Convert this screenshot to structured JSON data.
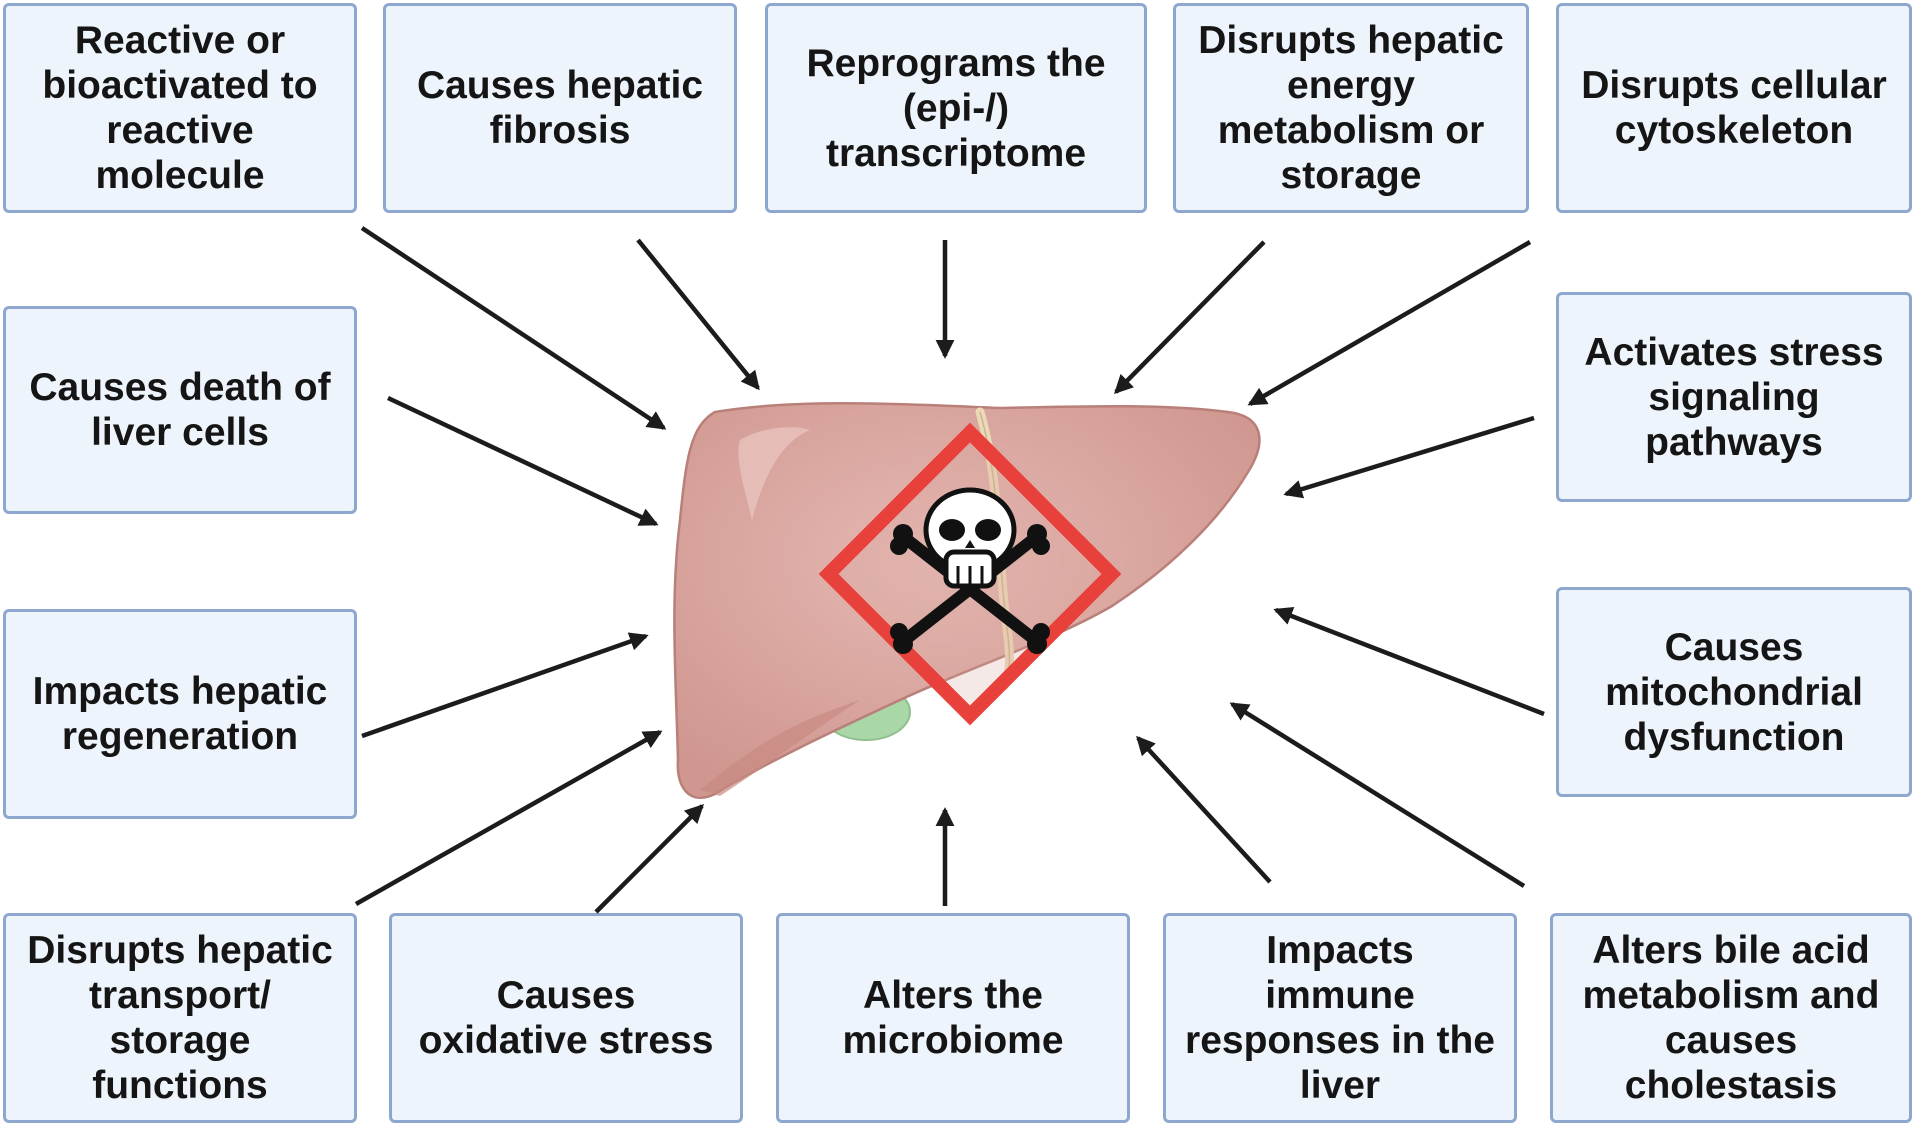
{
  "boxes": [
    {
      "id": "reactive",
      "label": "Reactive or\nbioactivated to\nreactive\nmolecule"
    },
    {
      "id": "fibrosis",
      "label": "Causes hepatic\nfibrosis"
    },
    {
      "id": "transcriptome",
      "label": "Reprograms the\n(epi-/)\ntranscriptome"
    },
    {
      "id": "energy",
      "label": "Disrupts hepatic\nenergy\nmetabolism or\nstorage"
    },
    {
      "id": "cytoskeleton",
      "label": "Disrupts cellular\ncytoskeleton"
    },
    {
      "id": "death",
      "label": "Causes death of\nliver cells"
    },
    {
      "id": "stress-signaling",
      "label": "Activates stress\nsignaling\npathways"
    },
    {
      "id": "regeneration",
      "label": "Impacts hepatic\nregeneration"
    },
    {
      "id": "mitochondrial",
      "label": "Causes\nmitochondrial\ndysfunction"
    },
    {
      "id": "transport",
      "label": "Disrupts hepatic\ntransport/\nstorage\nfunctions"
    },
    {
      "id": "oxidative",
      "label": "Causes\noxidative stress"
    },
    {
      "id": "microbiome",
      "label": "Alters the\nmicrobiome"
    },
    {
      "id": "immune",
      "label": "Impacts\nimmune\nresponses in the\nliver"
    },
    {
      "id": "bile-acid",
      "label": "Alters bile acid\nmetabolism and\ncauses\ncholestasis"
    }
  ],
  "colors": {
    "box_fill": "#eef4fb",
    "box_border": "#8ea7cf",
    "arrow": "#1c1c1c",
    "liver": "#d9a7a0",
    "liver_outline": "#b97f79",
    "gallbladder": "#a9d7a8",
    "hazard_border": "#e8403a",
    "skull": "#111111"
  },
  "icons": {
    "organ": "liver-icon",
    "hazard": "toxic-hazard-skull-icon"
  }
}
